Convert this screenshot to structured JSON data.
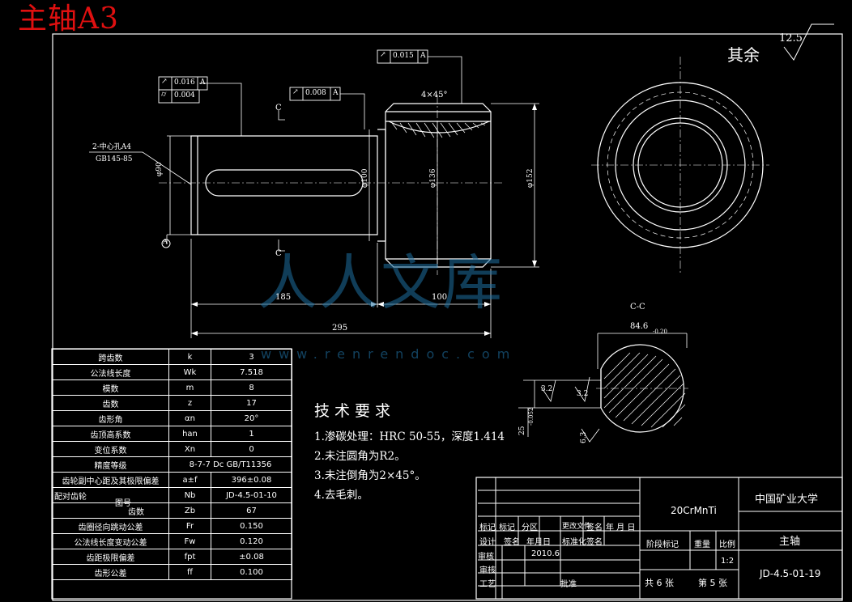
{
  "sheet_title": "主轴A3",
  "surface_note": "其余",
  "roughness_general": "12.5",
  "tolerance_frames": [
    {
      "symbol": "↗",
      "value": "0.016",
      "datum": "A"
    },
    {
      "symbol": "⌭",
      "value": "0.004",
      "datum": ""
    },
    {
      "symbol": "↗",
      "value": "0.008",
      "datum": "A"
    },
    {
      "symbol": "↗",
      "value": "0.015",
      "datum": "A"
    }
  ],
  "dims": {
    "chamfer": "4×45°",
    "center_hole_1": "2-中心孔A4",
    "center_hole_2": "GB145-85",
    "shaft_dia": "φ90",
    "journal_dia": "φ100",
    "gear_mid": "φ136",
    "tip_dia": "φ152",
    "len_185": "185",
    "len_100": "100",
    "len_295": "295",
    "section_mark": "C",
    "datum_a": "A",
    "section_title": "C-C",
    "key_width": "84.6",
    "key_tol": "-0.20",
    "rough_a": "3.2",
    "rough_b": "3.2",
    "rough_c": "6.3",
    "key_depth": "25",
    "key_depth_tol": "-0.052"
  },
  "tech_requirements": {
    "heading": "技术要求",
    "items": [
      "1.渗碳处理：HRC 50-55，深度1.414",
      "2.未注圆角为R2。",
      "3.未注倒角为2×45°。",
      "4.去毛刺。"
    ]
  },
  "params_table": [
    [
      "跨齿数",
      "k",
      "3"
    ],
    [
      "公法线长度",
      "Wk",
      "7.518"
    ],
    [
      "模数",
      "m",
      "8"
    ],
    [
      "齿数",
      "z",
      "17"
    ],
    [
      "齿形角",
      "αn",
      "20°"
    ],
    [
      "齿顶高系数",
      "han",
      "1"
    ],
    [
      "变位系数",
      "Xn",
      "0"
    ],
    [
      "精度等级",
      "",
      "8-7-7 Dc GB/T11356"
    ],
    [
      "齿轮副中心距及其极限偏差",
      "a±f",
      "396±0.08"
    ],
    [
      "配对齿轮",
      "图号",
      "Nb",
      "JD-4.5-01-10"
    ],
    [
      "",
      "齿数",
      "Zb",
      "67"
    ],
    [
      "齿圈径向跳动公差",
      "Fr",
      "0.150"
    ],
    [
      "公法线长度变动公差",
      "Fw",
      "0.120"
    ],
    [
      "齿距极限偏差",
      "fpt",
      "±0.08"
    ],
    [
      "齿形公差",
      "ff",
      "0.100"
    ]
  ],
  "title_block": {
    "material": "20CrMnTi",
    "org": "中国矿业大学",
    "part_name": "主轴",
    "drawing_no": "JD-4.5-01-19",
    "rev_row": [
      "标记",
      "标记",
      "分区",
      "更改文件",
      "签名",
      "年 月 日"
    ],
    "design_row": [
      "设计",
      "签名",
      "年月日",
      "标准化",
      "签名"
    ],
    "stage_label": "阶段标记",
    "weight_label": "重量",
    "scale_label": "比例",
    "scale": "1:2",
    "checker": "审核",
    "review": "审核",
    "process": "工艺",
    "approve": "批准",
    "date": "2010.6",
    "sheets_total": "共 6 张",
    "sheet_no": "第 5 张"
  },
  "watermark": {
    "text": "人人文库",
    "url": "www.renrendoc.com"
  }
}
